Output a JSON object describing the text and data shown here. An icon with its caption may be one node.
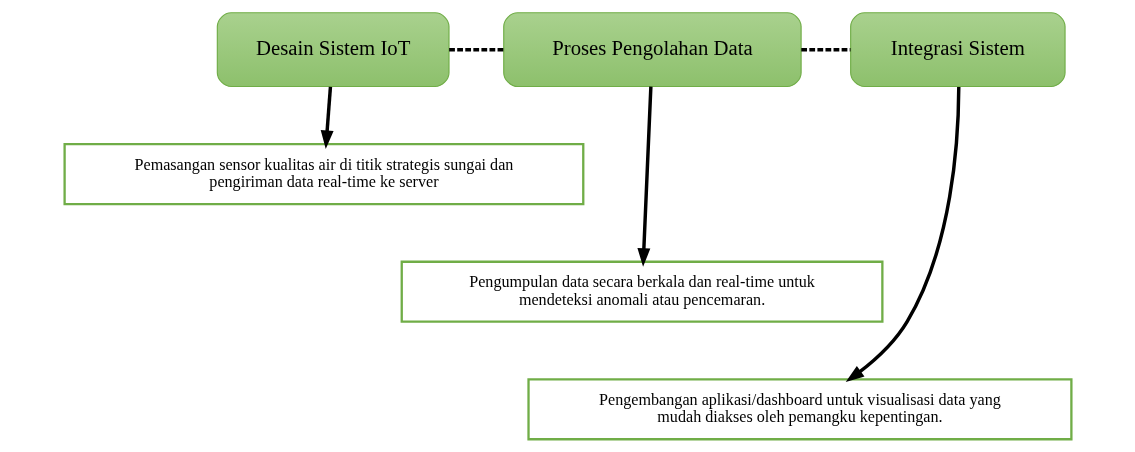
{
  "diagram": {
    "nodes": [
      {
        "text": [
          "Desain Sistem IoT"
        ]
      },
      {
        "text": [
          "Proses Pengolahan Data"
        ]
      },
      {
        "text": [
          "Integrasi Sistem"
        ]
      },
      {
        "text": [
          "Pemasangan sensor kualitas air di titik strategis sungai dan pengiriman data real-time ke server"
        ]
      },
      {
        "text": [
          "Pengumpulan data secara berkala dan real-time untuk mendeteksi anomali atau pencemaran."
        ]
      },
      {
        "text": [
          "Pengembangan aplikasi/dashboard untuk visualisasi data yang mudah diakses oleh pemangku kepentingan."
        ]
      }
    ],
    "edges": [
      {
        "from": 0,
        "to": 1,
        "arrow": "none",
        "style": "dashed"
      },
      {
        "from": 1,
        "to": 2,
        "arrow": "none",
        "style": "dashed"
      },
      {
        "from": 0,
        "to": 3,
        "arrow": "to"
      },
      {
        "from": 1,
        "to": 4,
        "arrow": "to"
      },
      {
        "from": 2,
        "to": 5,
        "arrow": "to"
      }
    ]
  }
}
